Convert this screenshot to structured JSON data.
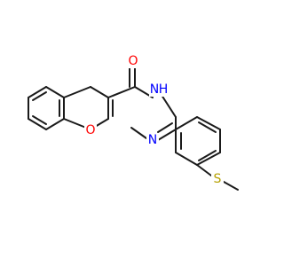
{
  "molecule": {
    "atoms": {
      "O_carbonyl": {
        "label": "O",
        "color": "#ff0000"
      },
      "NH": {
        "label": "H",
        "color": "#0000ff"
      },
      "N": {
        "label": "N",
        "color": "#0000ff"
      },
      "O_ring": {
        "label": "O",
        "color": "#ff0000"
      },
      "S": {
        "label": "S",
        "color": "#b5a000"
      }
    },
    "nh_n_label": "N"
  },
  "colors": {
    "bond": "#1a1a1a",
    "background": "#ffffff"
  }
}
